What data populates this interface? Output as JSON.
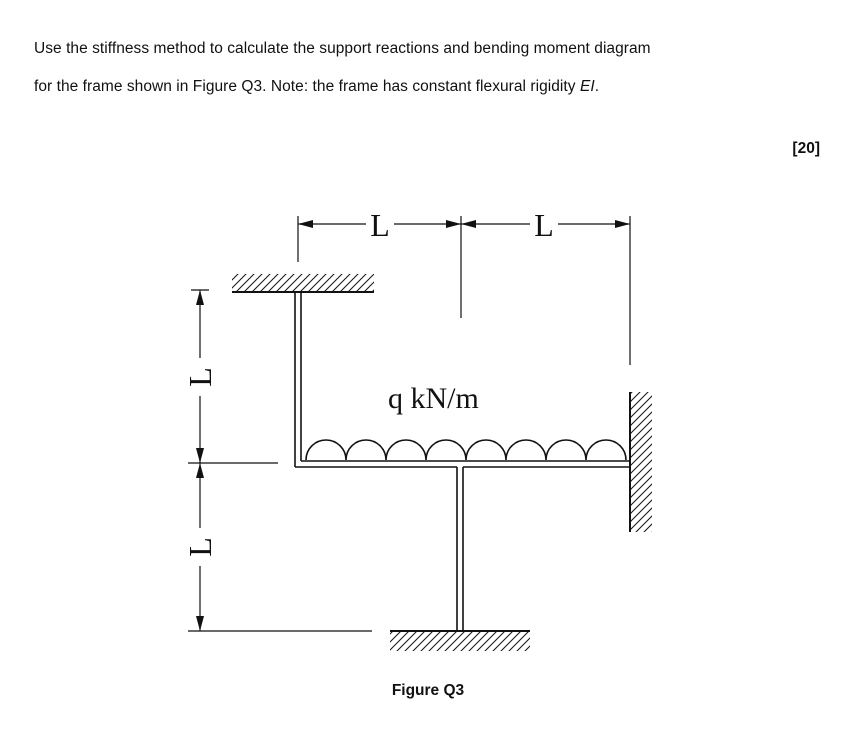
{
  "question": {
    "line1": "Use the stiffness method to calculate the support reactions and bending moment diagram",
    "line2_prefix": "for the frame shown in Figure Q3. Note: the frame has constant flexural rigidity ",
    "line2_symbol": "EI",
    "line2_suffix": ".",
    "marks": "[20]"
  },
  "figure": {
    "load_label": "q kN/m",
    "dim_top_left": "L",
    "dim_top_right": "L",
    "dim_left_upper": "L",
    "dim_left_lower": "L",
    "caption": "Figure Q3"
  }
}
